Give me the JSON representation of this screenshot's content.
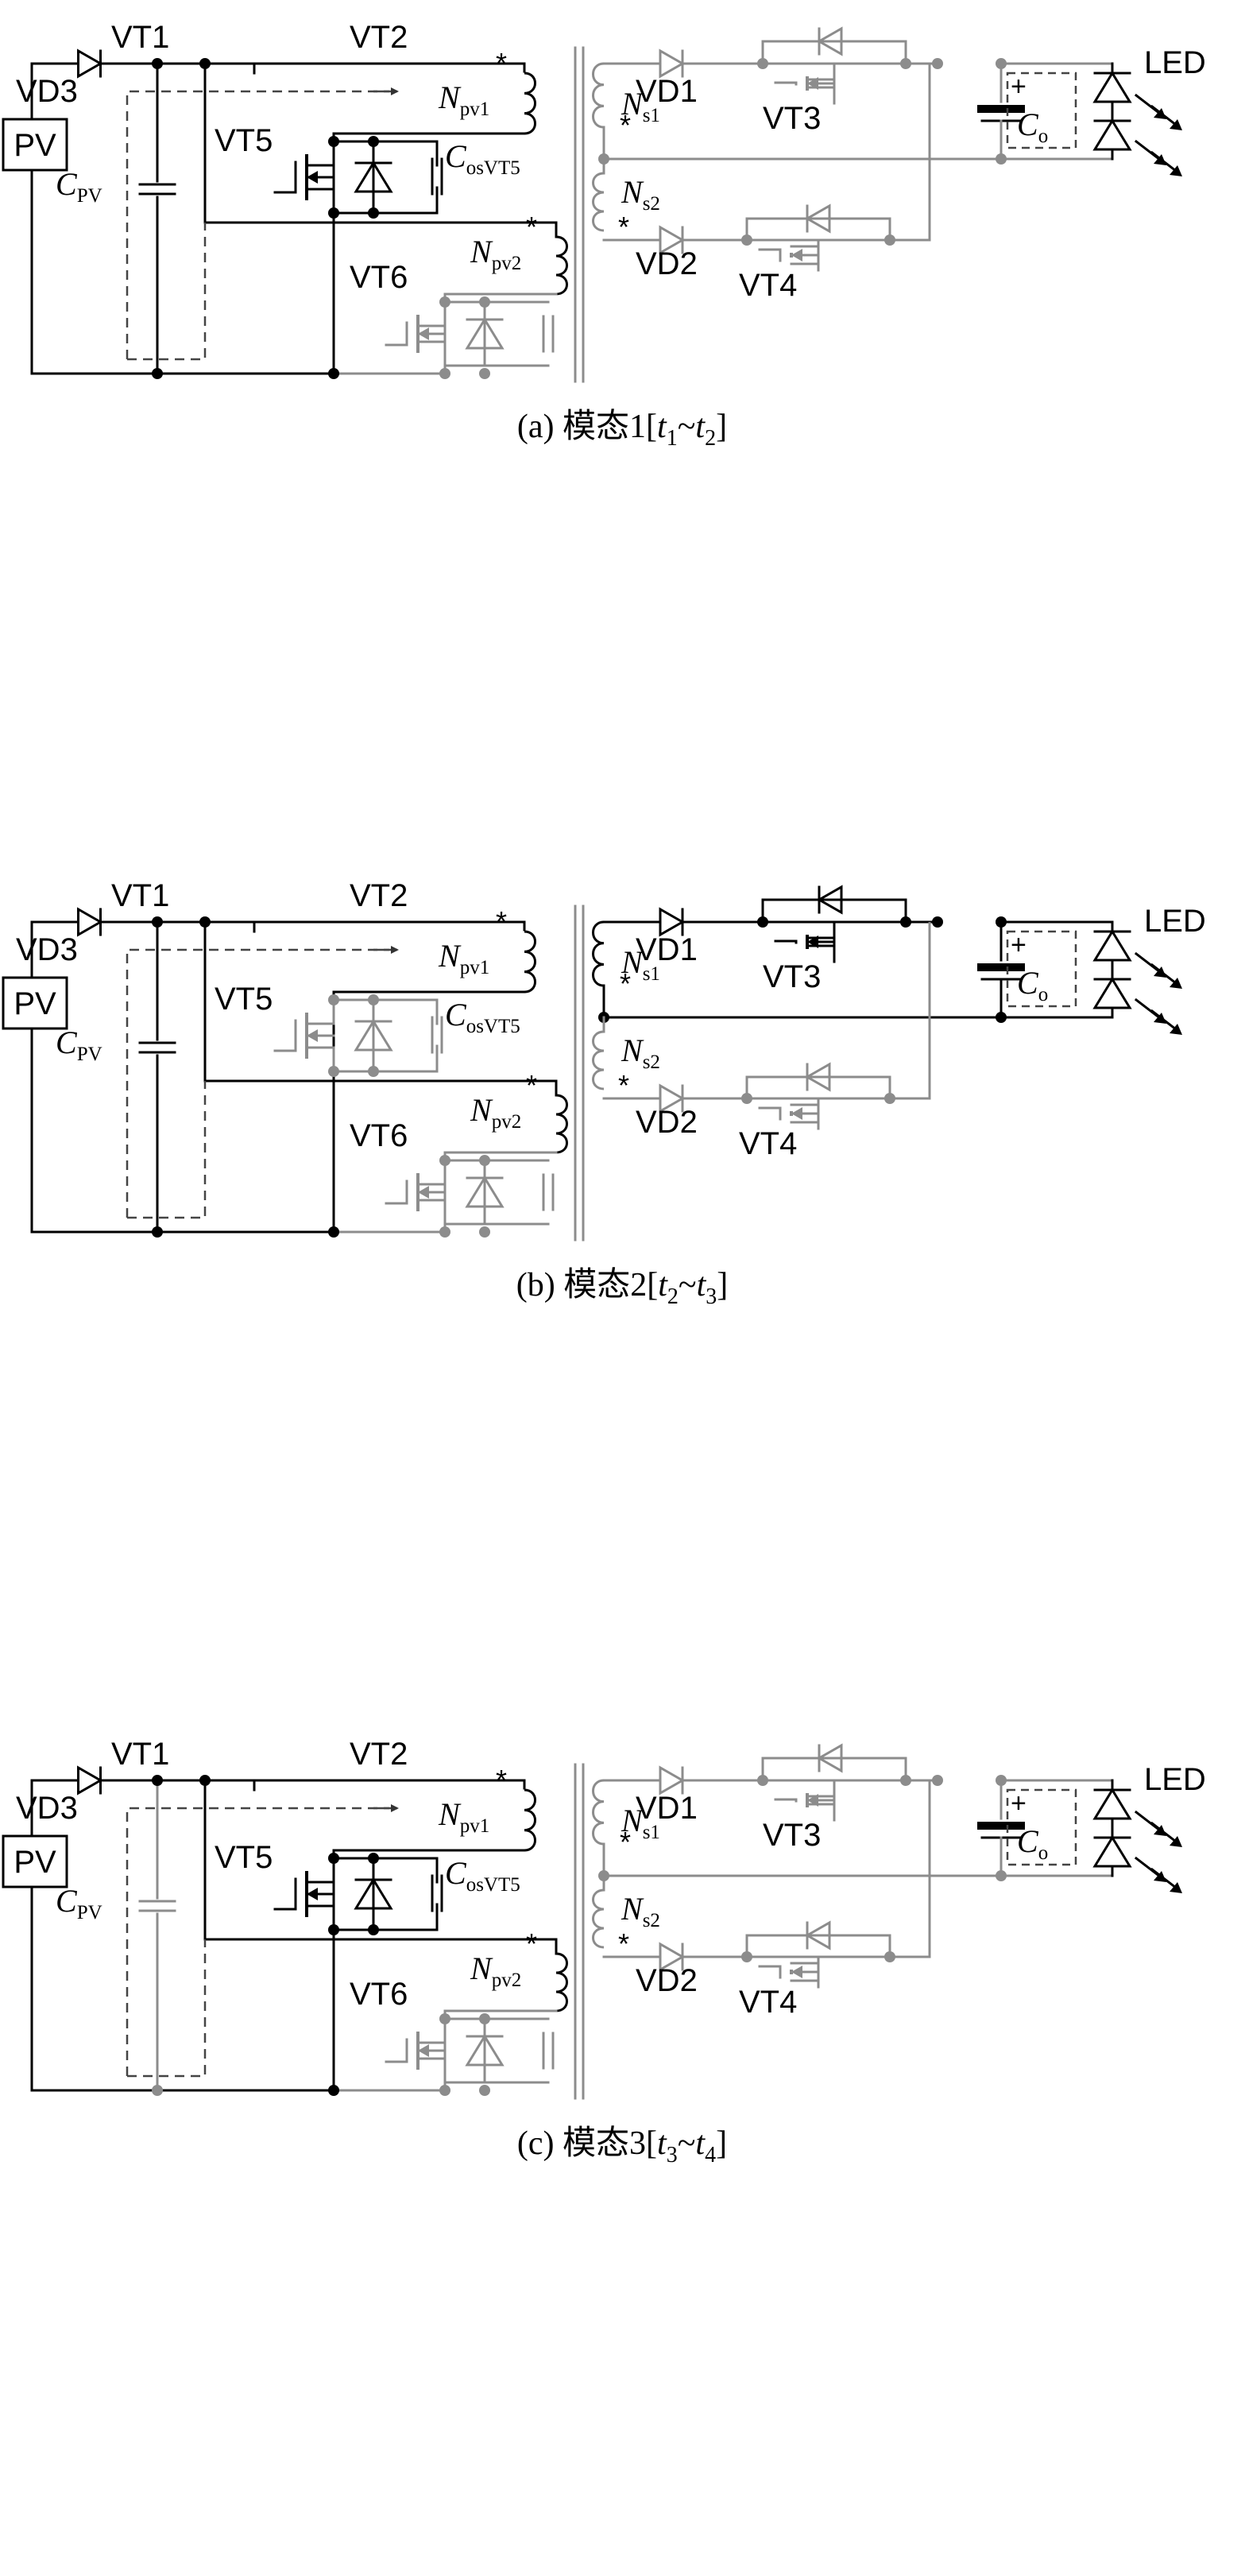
{
  "colors": {
    "active": "#000000",
    "inactive": "#8c8c8c",
    "path": "#444444",
    "background": "#ffffff"
  },
  "labels": {
    "pv": "PV",
    "vt1": "VT1",
    "vt2": "VT2",
    "vd3": "VD3",
    "vt5": "VT5",
    "vt6": "VT6",
    "vd1": "VD1",
    "vd2": "VD2",
    "vt3": "VT3",
    "vt4": "VT4",
    "led": "LED",
    "cpv_main": "C",
    "cpv_sub": "PV",
    "cos_main": "C",
    "cos_sub": "osVT5",
    "npv1_main": "N",
    "npv1_sub": "pv1",
    "npv2_main": "N",
    "npv2_sub": "pv2",
    "ns1_main": "N",
    "ns1_sub": "s1",
    "ns2_main": "N",
    "ns2_sub": "s2",
    "co_main": "C",
    "co_sub": "o",
    "dot": "*",
    "plus": "+"
  },
  "panels": [
    {
      "id": "a",
      "caption": {
        "prefix": "(a)  模态1[",
        "t_start": "t",
        "t_start_sub": "1",
        "sep": "~",
        "t_end": "t",
        "t_end_sub": "2",
        "suffix": "]"
      },
      "states": {
        "vt1": "on",
        "vt5": "on",
        "vt6": "off",
        "secondary_upper": "off",
        "secondary_mid": "off",
        "secondary_lower": "off",
        "led": "on"
      }
    },
    {
      "id": "b",
      "caption": {
        "prefix": "(b)  模态2[",
        "t_start": "t",
        "t_start_sub": "2",
        "sep": "~",
        "t_end": "t",
        "t_end_sub": "3",
        "suffix": "]"
      },
      "states": {
        "vt1": "on",
        "vt5": "off",
        "vt6": "off",
        "secondary_upper": "on",
        "secondary_mid": "on",
        "secondary_lower": "off",
        "led": "on"
      }
    },
    {
      "id": "c",
      "caption": {
        "prefix": "(c)  模态3[",
        "t_start": "t",
        "t_start_sub": "3",
        "sep": "~",
        "t_end": "t",
        "t_end_sub": "4",
        "suffix": "]"
      },
      "states": {
        "vt1": "off",
        "vt5": "on",
        "vt6": "off",
        "secondary_upper": "off",
        "secondary_mid": "off",
        "secondary_lower": "off",
        "led": "on"
      }
    }
  ]
}
